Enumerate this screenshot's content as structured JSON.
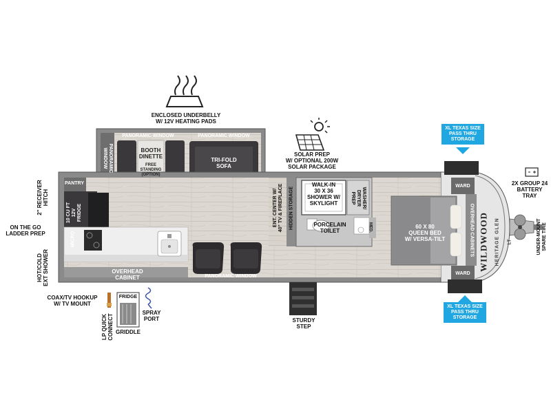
{
  "labels": {
    "enclosed_underbelly": "ENCLOSED UNDERBELLY\nW/ 12V HEATING PADS",
    "panoramic_window_top_left": "PANORAMIC WINDOW",
    "panoramic_window_top_right": "PANORAMIC WINDOW",
    "panoramic_window_side": "PANORAMIC\nWINDOW",
    "booth_dinette": "BOOTH\nDINETTE",
    "free_standing": "FREE\nSTANDING\n(OPTION)",
    "tri_fold_sofa": "TRI-FOLD\nSOFA",
    "solar_prep": "SOLAR PREP\nW/ OPTIONAL 200W\nSOLAR PACKAGE",
    "pantry": "PANTRY",
    "fridge": "10 CU FT\n12V\nFRIDGE",
    "micro": "MICRO",
    "receiver_hitch": "2\" RECEIVER\nHITCH",
    "ladder_prep": "ON THE GO\nLADDER PREP",
    "ext_shower": "HOT/COLD\nEXT SHOWER",
    "coax_hookup": "COAX/TV HOOKUP\nW/ TV MOUNT",
    "lp_quick_connect": "LP QUICK\nCONNECT",
    "outdoor_fridge": "FRIDGE",
    "griddle": "GRIDDLE",
    "spray_port": "SPRAY\nPORT",
    "overhead_cabinet": "OVERHEAD\nCABINET",
    "panoramic_window_bottom": "PANORAMIC WINDOW",
    "ent_center": "ENT. CENTER W/\n40\" TV & FIREPLACE",
    "hidden_storage": "HIDDEN STORAGE",
    "walk_in_shower": "WALK-IN\n30 X 36\nSHOWER W/\nSKYLIGHT",
    "washer_dryer": "WASHER/\nDRYER\nPREP",
    "porcelain_toilet": "PORCELAIN\nTOILET",
    "med": "MED.",
    "sturdy_step": "STURDY\nSTEP",
    "queen_bed": "60 X 80\nQUEEN BED\nW/ VERSA-TILT",
    "ward_top": "WARD",
    "ward_bottom": "WARD",
    "overhead_cabinets": "OVERHEAD CABINETS",
    "brand_main": "WILDWOOD",
    "brand_sub": "HERITAGE GLEN",
    "brand_mark": "LT",
    "battery_tray": "2X GROUP 24\nBATTERY\nTRAY",
    "spare_tire": "UNDER-MOUNT\nSPARE TIRE",
    "storage_top": "XL TEXAS SIZE\nPASS THRU\nSTORAGE",
    "storage_bottom": "XL TEXAS SIZE\nPASS THRU\nSTORAGE"
  },
  "colors": {
    "wall": "#7d7d7d",
    "wall_dark": "#5a5a5a",
    "floor": "#dcd8d1",
    "floor_grain": "#c9c4bb",
    "slide_dark": "#3a383a",
    "callout_blue": "#20a6e0",
    "counter": "#eeeeee"
  },
  "icons": [
    "heat-pad-icon",
    "solar-panel-icon",
    "battery-icon",
    "spare-tire-icon",
    "sink-icon",
    "stove-icon",
    "recliner-icon",
    "step-icon",
    "spray-hose-icon",
    "lp-connect-icon"
  ]
}
